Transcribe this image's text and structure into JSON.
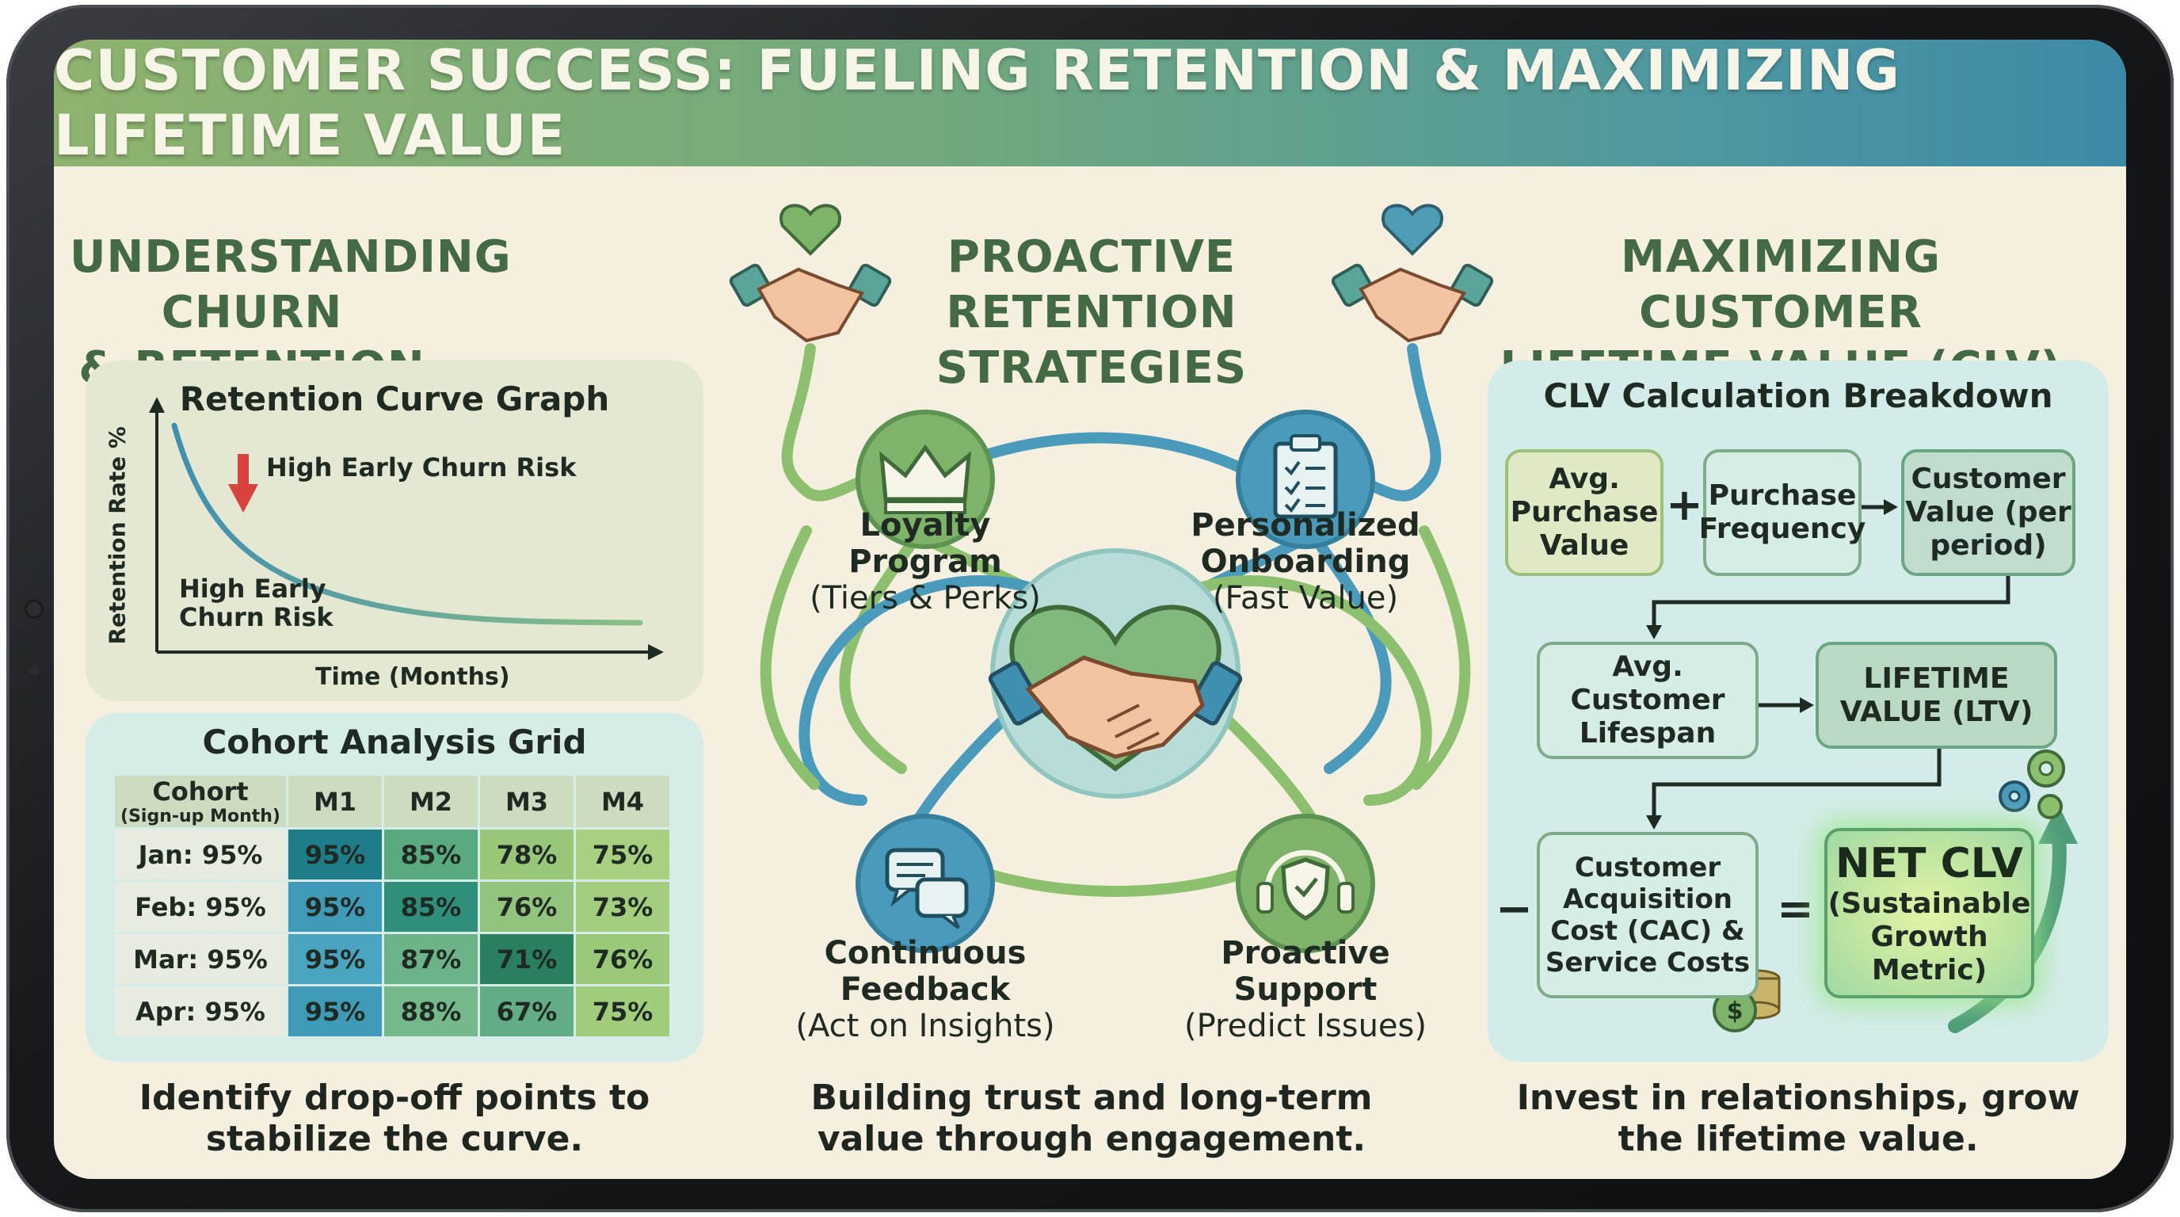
{
  "title": "CUSTOMER SUCCESS: FUELING RETENTION & MAXIMIZING LIFETIME VALUE",
  "left": {
    "title_line1": "UNDERSTANDING CHURN",
    "title_line2": "& RETENTION RATES",
    "graph": {
      "title": "Retention Curve Graph",
      "y_label": "Retention Rate %",
      "x_label": "Time (Months)",
      "arrow_note": "High Early Churn Risk",
      "curve_note_line1": "High Early",
      "curve_note_line2": "Churn Risk"
    },
    "cohort": {
      "title": "Cohort Analysis Grid",
      "header_cohort": "Cohort",
      "header_sub": "(Sign-up Month)",
      "columns": [
        "M1",
        "M2",
        "M3",
        "M4"
      ],
      "rows": [
        {
          "label": "Jan: 95%",
          "values": [
            "95%",
            "85%",
            "78%",
            "75%"
          ]
        },
        {
          "label": "Feb: 95%",
          "values": [
            "95%",
            "85%",
            "76%",
            "73%"
          ]
        },
        {
          "label": "Mar: 95%",
          "values": [
            "95%",
            "87%",
            "71%",
            "76%"
          ]
        },
        {
          "label": "Apr: 95%",
          "values": [
            "95%",
            "88%",
            "67%",
            "75%"
          ]
        }
      ],
      "colors": [
        [
          "#1e7d88",
          "#5aaa80",
          "#98c77a",
          "#a9cf80"
        ],
        [
          "#3f9ab8",
          "#2f8f7a",
          "#93c47e",
          "#a5cd80"
        ],
        [
          "#4aa3bf",
          "#6cb389",
          "#2a7f60",
          "#9ac97a"
        ],
        [
          "#3f9ab8",
          "#74b88c",
          "#62ad86",
          "#a0cc7c"
        ]
      ]
    },
    "caption_line1": "Identify drop-off points to",
    "caption_line2": "stabilize the curve."
  },
  "middle": {
    "title_line1": "PROACTIVE RETENTION",
    "title_line2": "STRATEGIES",
    "nodes": [
      {
        "label1": "Loyalty",
        "label2": "Program",
        "sub": "(Tiers & Perks)",
        "icon": "crown-icon"
      },
      {
        "label1": "Personalized",
        "label2": "Onboarding",
        "sub": "(Fast Value)",
        "icon": "clipboard-icon"
      },
      {
        "label1": "Continuous",
        "label2": "Feedback",
        "sub": "(Act on Insights)",
        "icon": "chat-icon"
      },
      {
        "label1": "Proactive",
        "label2": "Support",
        "sub": "(Predict Issues)",
        "icon": "headset-shield-icon"
      }
    ],
    "caption_line1": "Building trust and long-term",
    "caption_line2": "value through engagement."
  },
  "right": {
    "title_line1": "MAXIMIZING CUSTOMER",
    "title_line2": "LIFETIME VALUE (CLV)",
    "panel_title": "CLV Calculation Breakdown",
    "avg_purchase": "Avg. Purchase Value",
    "purchase_freq": "Purchase Frequency",
    "customer_value": "Customer Value (per period)",
    "avg_lifespan": "Avg. Customer Lifespan",
    "ltv": "LIFETIME VALUE (LTV)",
    "cac": "Customer Acquisition Cost (CAC) & Service Costs",
    "net_clv": "NET CLV",
    "net_clv_sub": "(Sustainable Growth Metric)",
    "op_plus": "+",
    "op_minus": "−",
    "op_equals": "=",
    "caption_line1": "Invest in relationships, grow",
    "caption_line2": "the lifetime value."
  }
}
